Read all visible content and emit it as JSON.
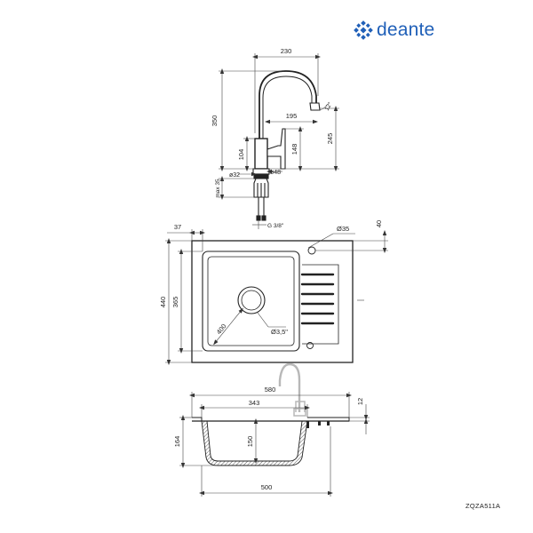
{
  "brand": {
    "name": "deante",
    "logo_icon": "snowflake-diamond-icon",
    "color": "#2060b8"
  },
  "model": "ZQZA511A",
  "faucet": {
    "width": "230",
    "height": "350",
    "spout_height": "245",
    "reach": "195",
    "body_height": "148",
    "base_height": "104",
    "max_counter": "max 35",
    "base_d1": "ø32",
    "base_d2": "ø48",
    "thread": "G 3/8\"",
    "angle": "12°"
  },
  "sink_top": {
    "offset_x": "37",
    "hole_d": "Ø35",
    "offset_y": "40",
    "outer_height": "440",
    "inner_height": "365",
    "drain_d": "Ø3,5\"",
    "bowl_diag": "400"
  },
  "sink_section": {
    "outer_width": "580",
    "bowl_width": "343",
    "rim": "12",
    "height": "164",
    "depth": "150",
    "bottom_width": "500"
  },
  "colors": {
    "line": "#222222",
    "dim": "#444444",
    "ghost": "#b8b8b8"
  }
}
